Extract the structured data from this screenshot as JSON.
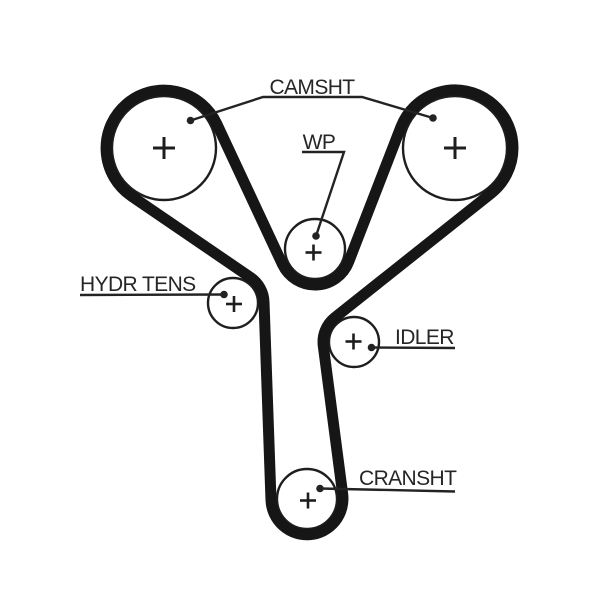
{
  "diagram": {
    "type": "timing-belt-routing",
    "labels": {
      "camshaft": "CAMSHT",
      "water_pump": "WP",
      "hydraulic_tensioner": "HYDR TENS",
      "idler": "IDLER",
      "crankshaft": "CRANSHT"
    },
    "pulley_center_mark": "+",
    "colors": {
      "background": "#ffffff",
      "belt": "#161616",
      "outline": "#1e1e1e",
      "text": "#262626"
    }
  }
}
